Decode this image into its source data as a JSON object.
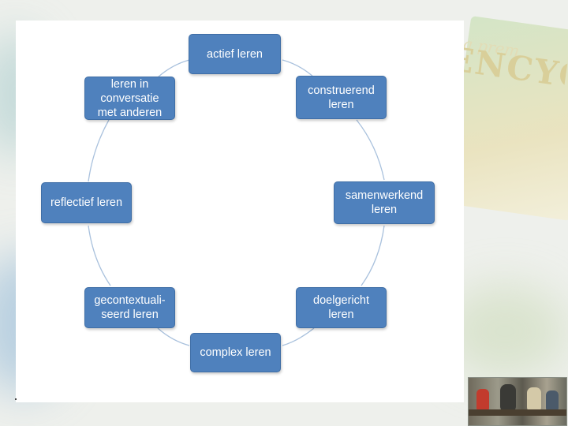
{
  "diagram": {
    "type": "cycle",
    "nodes": [
      {
        "id": "actief",
        "label": "actief leren"
      },
      {
        "id": "construerend",
        "label": "construerend\nleren"
      },
      {
        "id": "samenwerkend",
        "label": "samenwerkend\nleren"
      },
      {
        "id": "doelgericht",
        "label": "doelgericht\nleren"
      },
      {
        "id": "complex",
        "label": "complex leren"
      },
      {
        "id": "gecontextualiseerd",
        "label": "gecontextuali-\nseerd leren"
      },
      {
        "id": "reflectief",
        "label": "reflectief leren"
      },
      {
        "id": "conversatie",
        "label": "leren in\nconversatie\nmet anderen"
      }
    ],
    "edges": [
      [
        "actief",
        "construerend"
      ],
      [
        "construerend",
        "samenwerkend"
      ],
      [
        "samenwerkend",
        "doelgericht"
      ],
      [
        "doelgericht",
        "complex"
      ],
      [
        "complex",
        "gecontextualiseerd"
      ],
      [
        "gecontextualiseerd",
        "reflectief"
      ],
      [
        "reflectief",
        "conversatie"
      ],
      [
        "conversatie",
        "actief"
      ]
    ]
  },
  "colors": {
    "node_fill": "#4f81bd",
    "node_border": "#3f6ea6",
    "node_text": "#ffffff",
    "connector": "#a9c1dd",
    "panel": "#ffffff"
  },
  "background": {
    "book_cover_text": "ENCYC",
    "book_cover_subtext": "ma prem"
  }
}
